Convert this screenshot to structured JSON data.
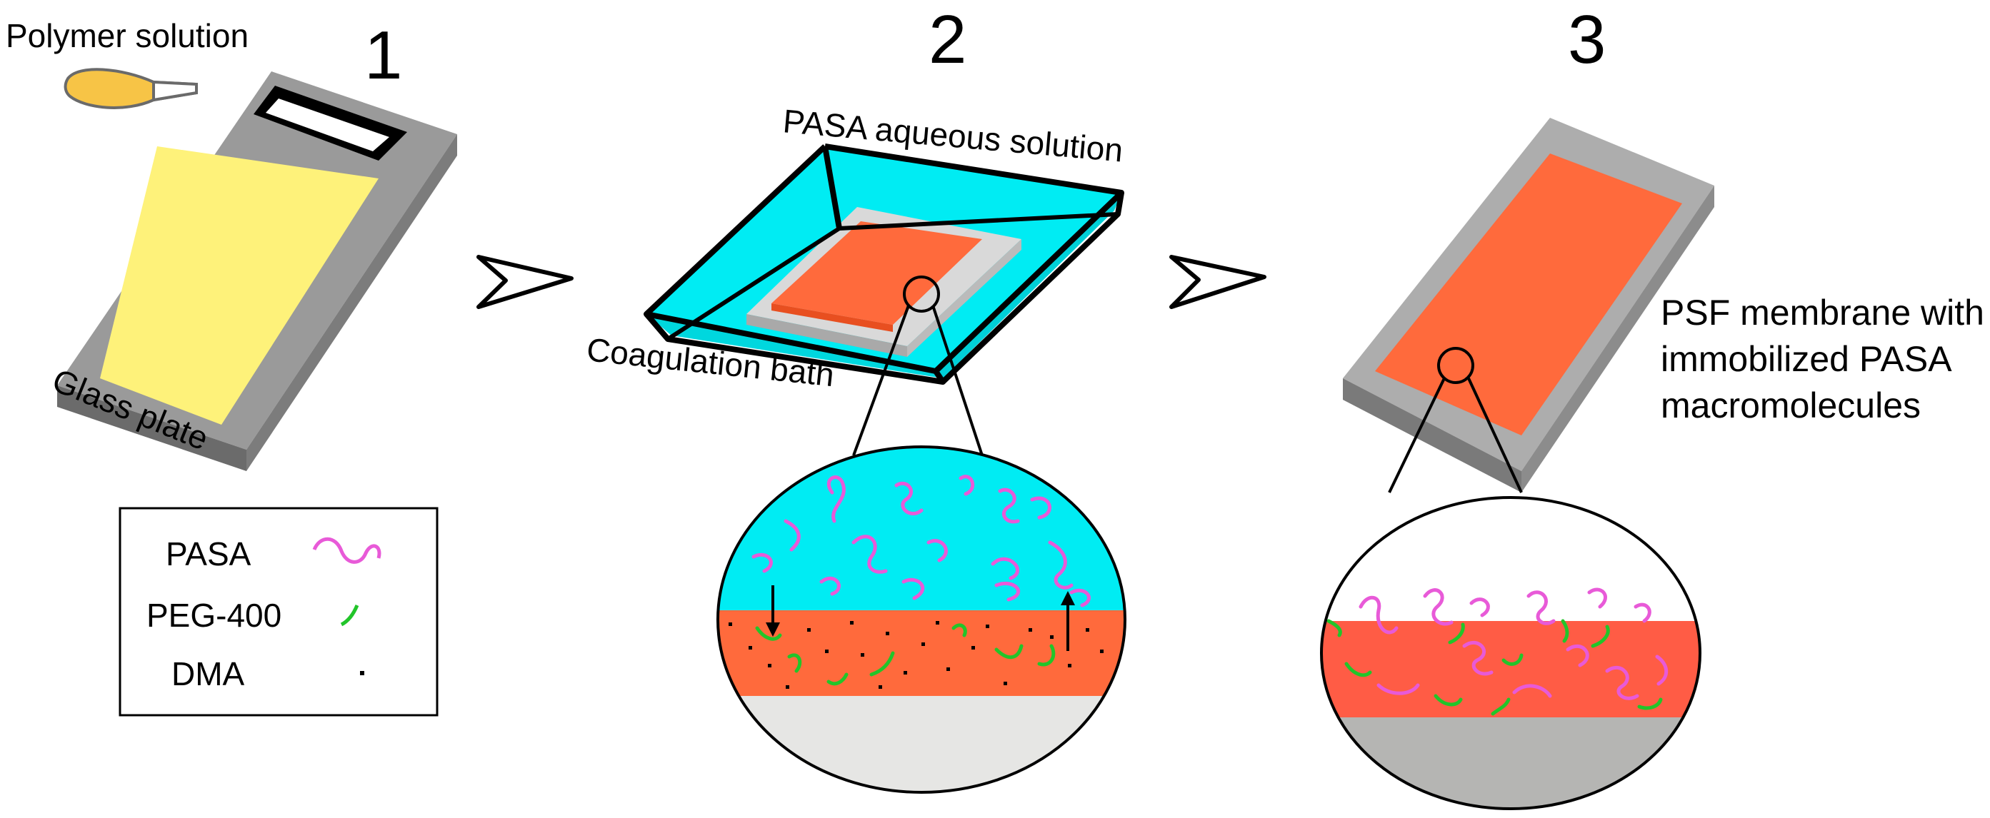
{
  "steps": [
    {
      "number": "1",
      "labels": {
        "top": "Polymer solution",
        "bottom": "Glass plate"
      }
    },
    {
      "number": "2",
      "labels": {
        "top": "PASA aqueous solution",
        "bottom": "Coagulation bath"
      }
    },
    {
      "number": "3",
      "labels": {
        "line1": "PSF membrane with",
        "line2": "immobilized PASA",
        "line3": "macromolecules"
      }
    }
  ],
  "legend": {
    "items": [
      {
        "label": "PASA",
        "symbol": "magenta-curl",
        "color": "#e85ad8"
      },
      {
        "label": "PEG-400",
        "symbol": "green-curl",
        "color": "#22c52a"
      },
      {
        "label": "DMA",
        "symbol": "black-dot",
        "color": "#000000"
      }
    ]
  },
  "colors": {
    "polymer_solution": "#fef27a",
    "plate_gray": "#9a9a9a",
    "water": "#00ecf3",
    "membrane": "#ff6a3c",
    "membrane_light": "#f47a4a",
    "pasa": "#e85ad8",
    "peg": "#22c52a"
  }
}
